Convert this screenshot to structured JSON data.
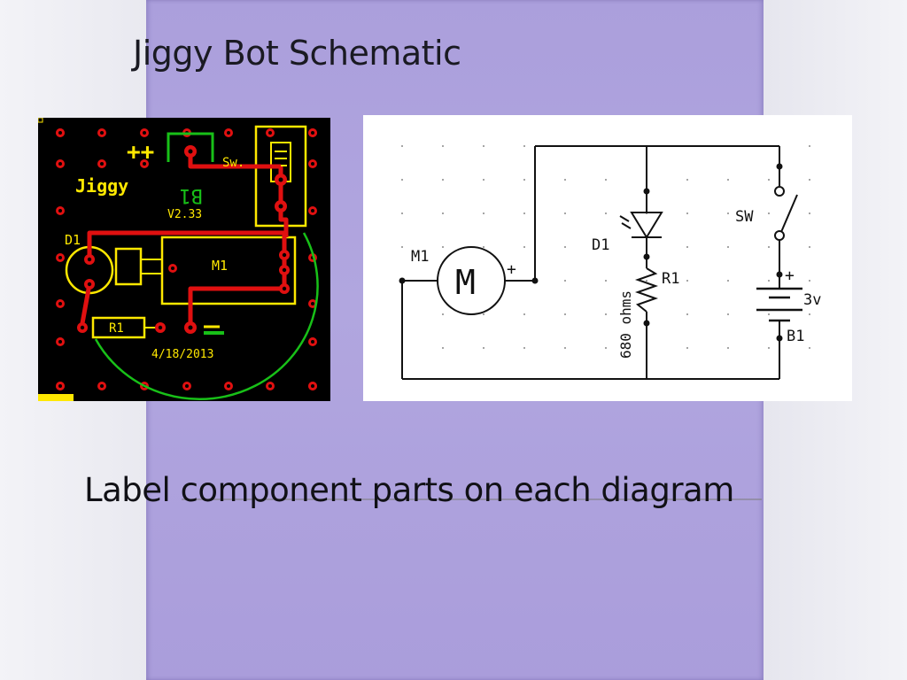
{
  "slide": {
    "title": "Jiggy Bot Schematic",
    "caption": "Label component parts on each diagram"
  },
  "pcb": {
    "name_label": "Jiggy",
    "version_label": "V2.33",
    "battery_label": "B1",
    "switch_label": "Sw.",
    "motor_label": "M1",
    "diode_label": "D1",
    "resistor_label": "R1",
    "date_label": "4/18/2013",
    "plus_label": "++",
    "colors": {
      "trace": "#e01010",
      "silk": "#ffe800",
      "outline": "#18c018",
      "pad": "#e01010"
    }
  },
  "schematic": {
    "motor_ref": "M1",
    "motor_symbol": "M",
    "motor_plus": "+",
    "diode_ref": "D1",
    "resistor_ref": "R1",
    "resistor_value": "680 ohms",
    "switch_ref": "SW",
    "battery_plus": "+",
    "battery_voltage": "3v",
    "battery_ref": "B1"
  }
}
